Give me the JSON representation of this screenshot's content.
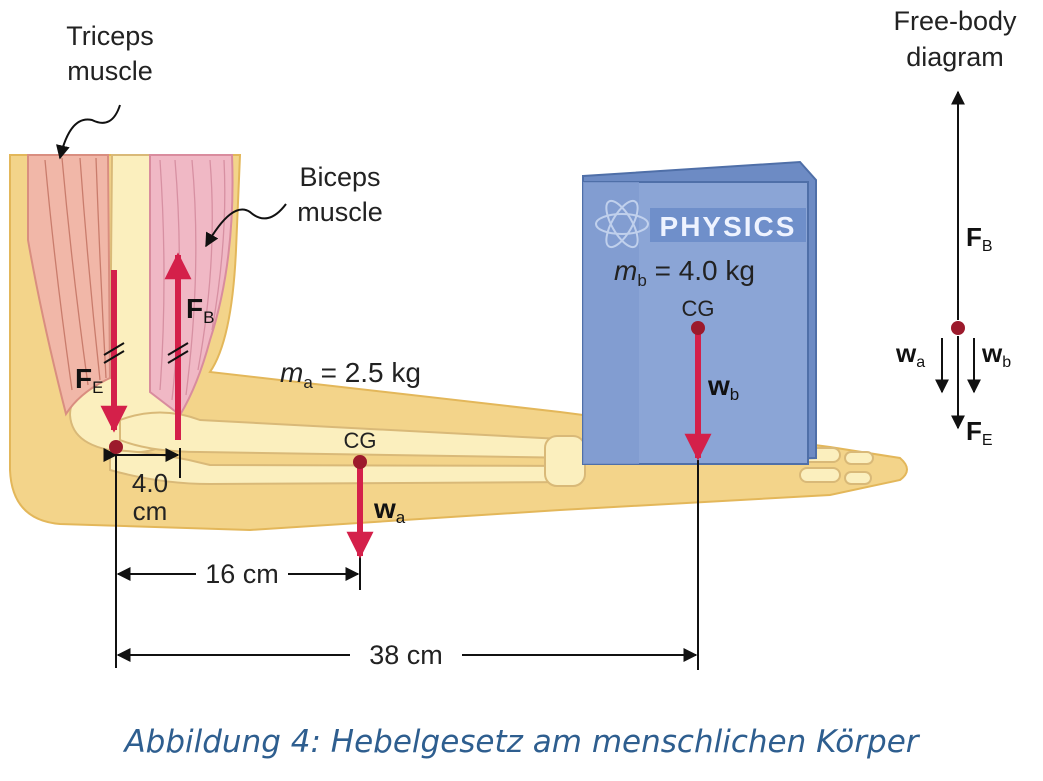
{
  "labels": {
    "triceps": [
      "Triceps",
      "muscle"
    ],
    "biceps": [
      "Biceps",
      "muscle"
    ],
    "free_body": [
      "Free-body",
      "diagram"
    ],
    "book_title": "PHYSICS",
    "mb": {
      "sym": "m",
      "sub": "b",
      "rest": " = 4.0 kg"
    },
    "ma": {
      "sym": "m",
      "sub": "a",
      "rest": " = 2.5 kg"
    },
    "cg": "CG",
    "FE": {
      "sym": "F",
      "sub": "E"
    },
    "FB": {
      "sym": "F",
      "sub": "B"
    },
    "wa": {
      "sym": "w",
      "sub": "a"
    },
    "wb": {
      "sym": "w",
      "sub": "b"
    },
    "dim_4": [
      "4.0",
      "cm"
    ],
    "dim_16": "16 cm",
    "dim_38": "38 cm"
  },
  "caption": "Abbildung 4: Hebelgesetz am menschlichen Körper",
  "colors": {
    "force_arrow": "#d4204a",
    "skin": "#f3d48a",
    "bone": "#fbefbe",
    "muscle_triceps": "#f1b7a8",
    "muscle_biceps": "#f0b8c5",
    "book": "#8ba5d6",
    "caption": "#2e5e8f"
  }
}
